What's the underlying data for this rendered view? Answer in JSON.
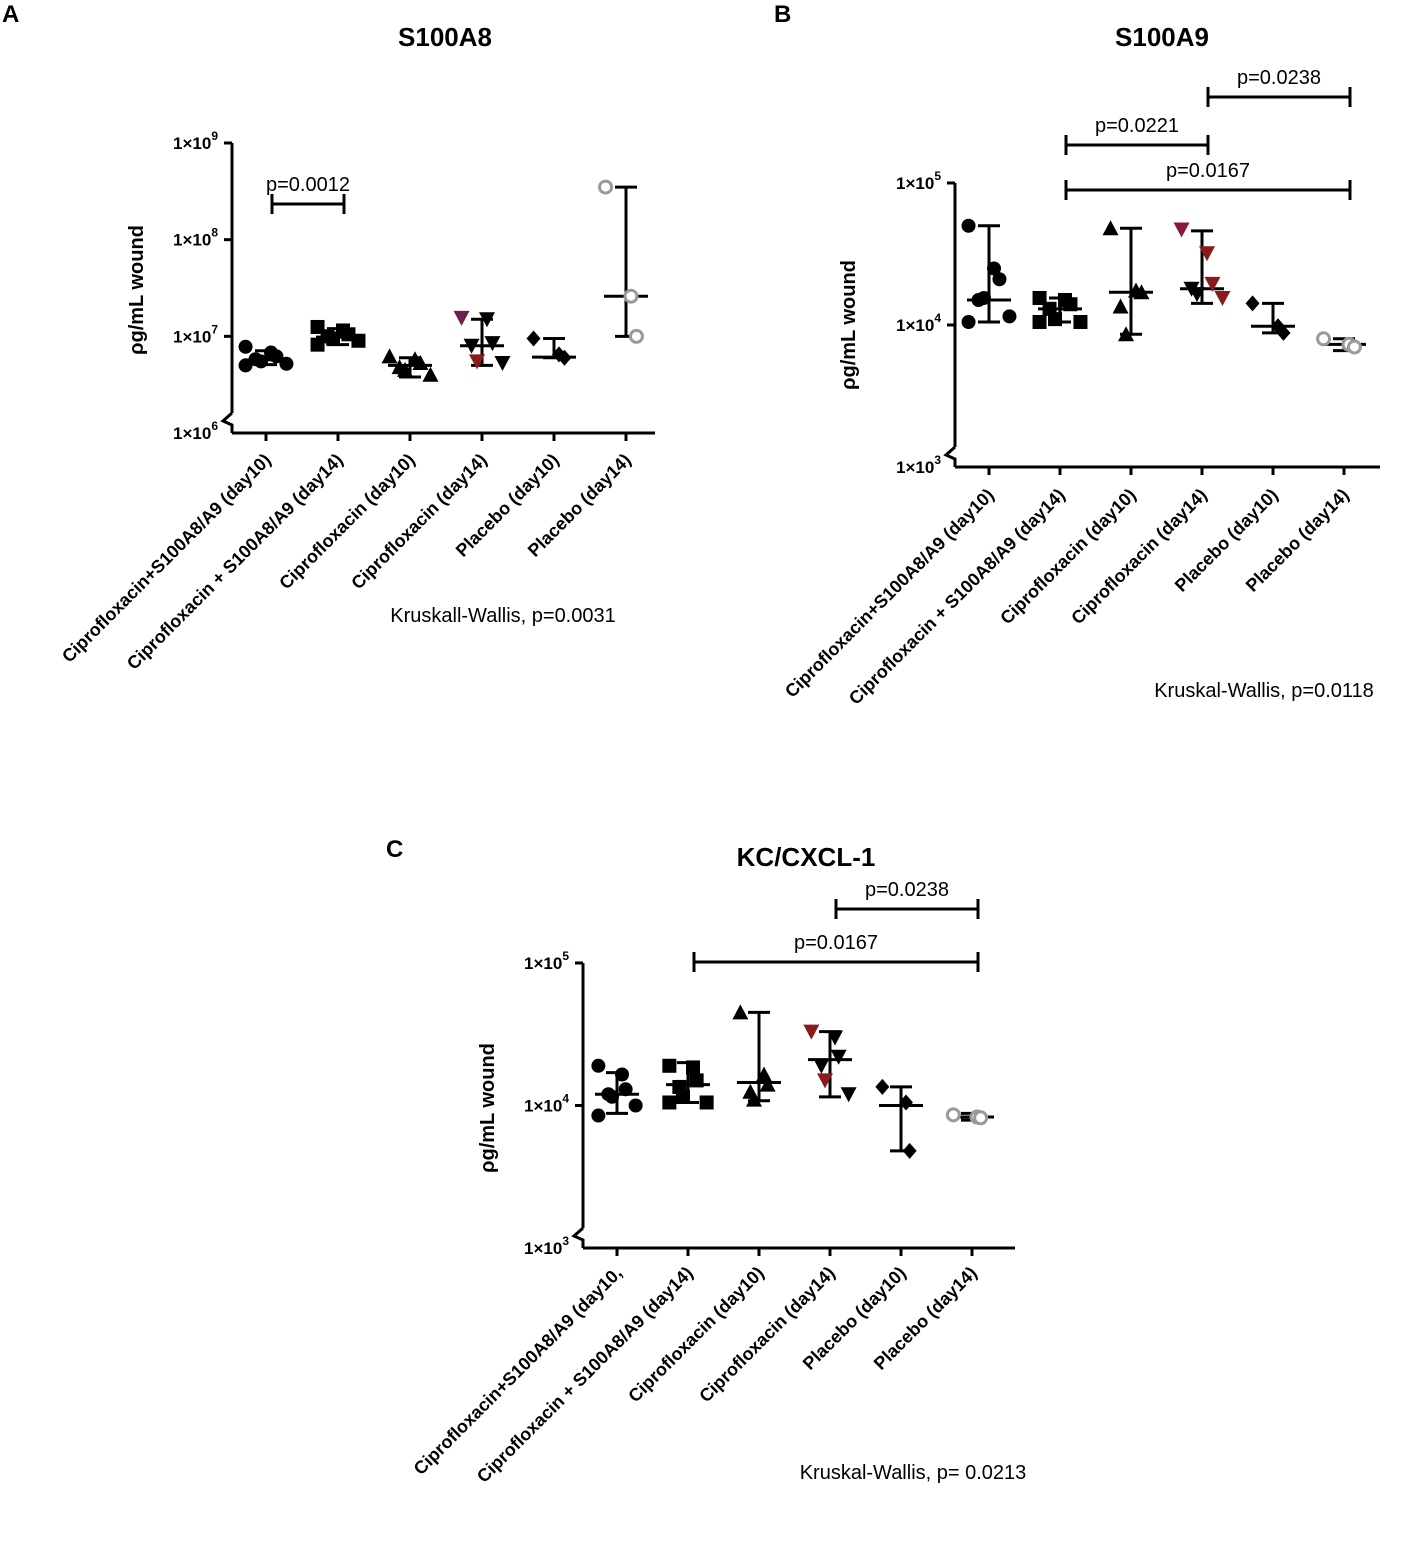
{
  "chart_data": [
    {
      "panel": "A",
      "type": "scatter",
      "title": "S100A8",
      "ylabel": "ρg/mL wound",
      "yscale": "log",
      "ylim": [
        1000000,
        1000000000
      ],
      "yticks": [
        {
          "value": 1000000,
          "base": "1×10",
          "exp": "6"
        },
        {
          "value": 10000000,
          "base": "1×10",
          "exp": "7"
        },
        {
          "value": 100000000,
          "base": "1×10",
          "exp": "8"
        },
        {
          "value": 1000000000,
          "base": "1×10",
          "exp": "9"
        }
      ],
      "axis_break": true,
      "categories": [
        "Ciprofloxacin+S100A8/A9 (day10)",
        "Ciprofloxacin + S100A8/A9 (day14)",
        "Ciprofloxacin (day10)",
        "Ciprofloxacin (day14)",
        "Placebo (day10)",
        "Placebo (day14)"
      ],
      "series": [
        {
          "marker": "circle",
          "color": "#000000",
          "points": [
            7800000,
            6800000,
            6200000,
            5800000,
            5500000,
            5200000,
            5000000
          ],
          "median": 5700000,
          "range": [
            5100000,
            7100000
          ]
        },
        {
          "marker": "square",
          "color": "#000000",
          "points": [
            12500000,
            11500000,
            10500000,
            10000000,
            9500000,
            9000000,
            8200000
          ],
          "median": 9800000,
          "range": [
            8200000,
            12000000
          ]
        },
        {
          "marker": "triangle-up",
          "color": "#000000",
          "points": [
            6200000,
            5800000,
            5300000,
            4800000,
            4500000,
            4000000
          ],
          "median": 5000000,
          "range": [
            3800000,
            6000000
          ]
        },
        {
          "marker": "triangle-down",
          "color": "#000000",
          "points": [
            15500000,
            15000000,
            8500000,
            8000000,
            5500000,
            5300000
          ],
          "accent_points": [
            {
              "index": 0,
              "color": "#6b1f4a"
            },
            {
              "index": 4,
              "color": "#8b1a1a"
            }
          ],
          "median": 8000000,
          "range": [
            5000000,
            15000000
          ]
        },
        {
          "marker": "diamond",
          "color": "#000000",
          "points": [
            9500000,
            6500000,
            6000000
          ],
          "median": 6100000,
          "range": [
            6000000,
            9500000
          ]
        },
        {
          "marker": "circle-open",
          "color": "#9a9a9a",
          "points": [
            350000000,
            26000000,
            10000000
          ],
          "median": 26000000,
          "range": [
            10000000,
            350000000
          ]
        }
      ],
      "comparisons": [
        {
          "from": 0,
          "to": 1,
          "label": "p=0.0012"
        }
      ],
      "note": "Kruskall-Wallis, p=0.0031"
    },
    {
      "panel": "B",
      "type": "scatter",
      "title": "S100A9",
      "ylabel": "ρg/mL wound",
      "yscale": "log",
      "ylim": [
        1000,
        100000
      ],
      "yticks": [
        {
          "value": 1000,
          "base": "1×10",
          "exp": "3"
        },
        {
          "value": 10000,
          "base": "1×10",
          "exp": "4"
        },
        {
          "value": 100000,
          "base": "1×10",
          "exp": "5"
        }
      ],
      "axis_break": true,
      "categories": [
        "Ciprofloxacin+S100A8/A9 (day10)",
        "Ciprofloxacin + S100A8/A9 (day14)",
        "Ciprofloxacin (day10)",
        "Ciprofloxacin (day14)",
        "Placebo (day10)",
        "Placebo (day14)"
      ],
      "series": [
        {
          "marker": "circle",
          "color": "#000000",
          "points": [
            50000,
            25000,
            21000,
            15000,
            15500,
            11500,
            10500
          ],
          "median": 15000,
          "range": [
            10500,
            50000
          ]
        },
        {
          "marker": "square",
          "color": "#000000",
          "points": [
            15500,
            15000,
            14000,
            13000,
            11000,
            10500,
            10500
          ],
          "median": 13000,
          "range": [
            10500,
            15500
          ]
        },
        {
          "marker": "triangle-up",
          "color": "#000000",
          "points": [
            48000,
            17500,
            17000,
            13500,
            8600
          ],
          "median": 17000,
          "range": [
            8600,
            48000
          ]
        },
        {
          "marker": "triangle-down",
          "color": "#000000",
          "points": [
            47000,
            32000,
            19500,
            18000,
            16500,
            15500
          ],
          "accent_points": [
            {
              "index": 0,
              "color": "#8b1a3a"
            },
            {
              "index": 1,
              "color": "#8b1a1a"
            },
            {
              "index": 2,
              "color": "#8b1a1a"
            },
            {
              "index": 5,
              "color": "#8b1a1a"
            }
          ],
          "median": 18000,
          "range": [
            14200,
            46000
          ]
        },
        {
          "marker": "diamond",
          "color": "#000000",
          "points": [
            14200,
            9800,
            8800
          ],
          "median": 9800,
          "range": [
            8800,
            14200
          ]
        },
        {
          "marker": "circle-open",
          "color": "#9a9a9a",
          "points": [
            8000,
            7300,
            7000
          ],
          "median": 7300,
          "range": [
            6600,
            8000
          ]
        }
      ],
      "comparisons": [
        {
          "from": 1,
          "to": 3,
          "label": "p=0.0221"
        },
        {
          "from": 3,
          "to": 5,
          "label": "p=0.0238"
        },
        {
          "from": 1,
          "to": 5,
          "label": "p=0.0167"
        }
      ],
      "note": "Kruskal-Wallis, p=0.0118"
    },
    {
      "panel": "C",
      "type": "scatter",
      "title": "KC/CXCL-1",
      "ylabel": "ρg/mL wound",
      "yscale": "log",
      "ylim": [
        1000,
        100000
      ],
      "yticks": [
        {
          "value": 1000,
          "base": "1×10",
          "exp": "3"
        },
        {
          "value": 10000,
          "base": "1×10",
          "exp": "4"
        },
        {
          "value": 100000,
          "base": "1×10",
          "exp": "5"
        }
      ],
      "axis_break": true,
      "categories": [
        "Ciprofloxacin+S100A8/A9 (day10,",
        "Ciprofloxacin + S100A8/A9 (day14)",
        "Ciprofloxacin (day10)",
        "Ciprofloxacin (day14)",
        "Placebo (day10)",
        "Placebo (day14)"
      ],
      "series": [
        {
          "marker": "circle",
          "color": "#000000",
          "points": [
            19000,
            16500,
            13000,
            12000,
            11500,
            10000,
            8500
          ],
          "median": 12000,
          "range": [
            8800,
            17000
          ]
        },
        {
          "marker": "square",
          "color": "#000000",
          "points": [
            19000,
            18500,
            15000,
            13500,
            11500,
            10500,
            10500
          ],
          "median": 14000,
          "range": [
            10500,
            20000
          ]
        },
        {
          "marker": "triangle-up",
          "color": "#000000",
          "points": [
            45000,
            16500,
            14000,
            12500,
            11000
          ],
          "median": 14500,
          "range": [
            10800,
            45000
          ]
        },
        {
          "marker": "triangle-down",
          "color": "#000000",
          "points": [
            33000,
            30000,
            22000,
            19000,
            15000,
            12000
          ],
          "accent_points": [
            {
              "index": 0,
              "color": "#8b1a1a"
            },
            {
              "index": 4,
              "color": "#8b1a1a"
            }
          ],
          "median": 21000,
          "range": [
            11500,
            33000
          ]
        },
        {
          "marker": "diamond",
          "color": "#000000",
          "points": [
            13500,
            10500,
            4800
          ],
          "median": 10000,
          "range": [
            4800,
            13500
          ]
        },
        {
          "marker": "circle-open",
          "color": "#9a9a9a",
          "points": [
            8600,
            8300,
            8200
          ],
          "median": 8300,
          "range": [
            7900,
            8800
          ]
        }
      ],
      "comparisons": [
        {
          "from": 3,
          "to": 5,
          "label": "p=0.0238"
        },
        {
          "from": 1,
          "to": 5,
          "label": "p=0.0167"
        }
      ],
      "note": "Kruskal-Wallis, p= 0.0213"
    }
  ]
}
